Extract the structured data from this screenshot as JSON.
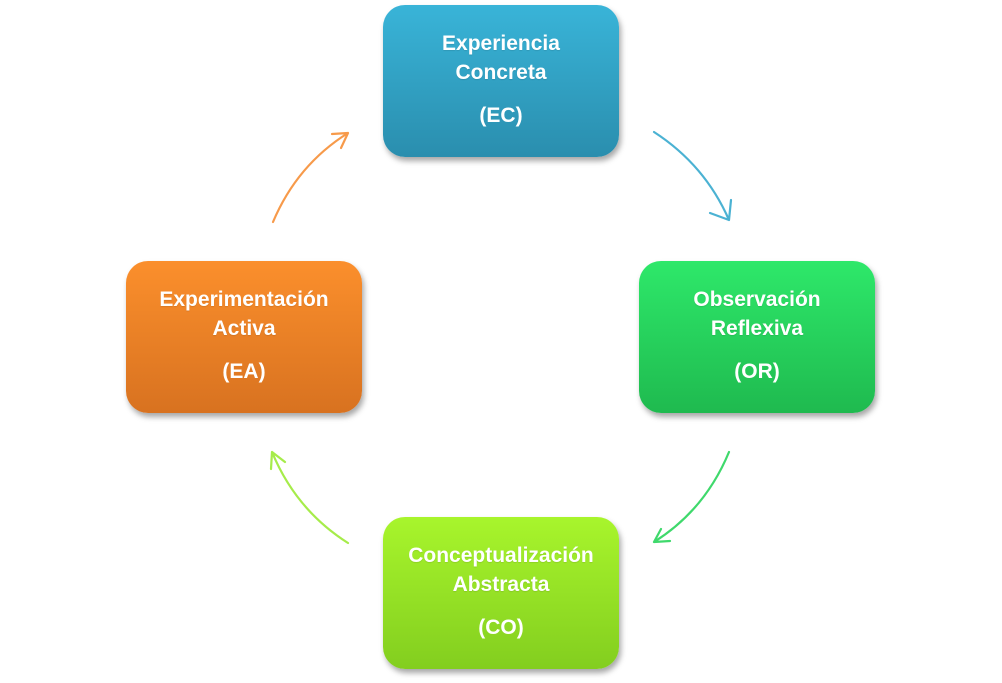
{
  "diagram": {
    "type": "cycle",
    "nodes": [
      {
        "id": "ec",
        "line1": "Experiencia",
        "line2": "Concreta",
        "abbr": "(EC)",
        "color": "#31a2c6"
      },
      {
        "id": "or",
        "line1": "Observación",
        "line2": "Reflexiva",
        "abbr": "(OR)",
        "color": "#27d35e"
      },
      {
        "id": "co",
        "line1": "Conceptualización",
        "line2": "Abstracta",
        "abbr": "(CO)",
        "color": "#97e226"
      },
      {
        "id": "ea",
        "line1": "Experimentación",
        "line2": "Activa",
        "abbr": "(EA)",
        "color": "#ef8426"
      }
    ],
    "edges": [
      {
        "from": "ec",
        "to": "or",
        "color": "#4bb2d3"
      },
      {
        "from": "or",
        "to": "co",
        "color": "#3fd96c"
      },
      {
        "from": "co",
        "to": "ea",
        "color": "#a6ec4a"
      },
      {
        "from": "ea",
        "to": "ec",
        "color": "#f79a4a"
      }
    ]
  }
}
